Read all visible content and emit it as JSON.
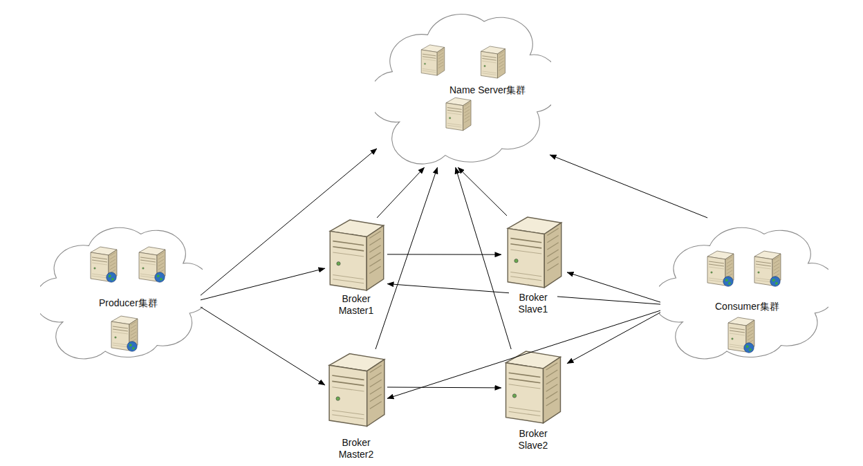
{
  "diagram": {
    "nodes": [
      {
        "text": [
          "Name Server集群"
        ]
      },
      {
        "text": [
          "Producer集群"
        ]
      },
      {
        "text": [
          "Broker Master1"
        ]
      },
      {
        "text": [
          "Broker Slave1"
        ]
      },
      {
        "text": [
          "Broker Master2"
        ]
      },
      {
        "text": [
          "Broker Slave2"
        ]
      },
      {
        "text": [
          "Consumer集群"
        ]
      }
    ],
    "edges": [
      {
        "from": 1,
        "to": 0,
        "arrow": "to"
      },
      {
        "from": 1,
        "to": 2,
        "arrow": "to"
      },
      {
        "from": 1,
        "to": 4,
        "arrow": "to"
      },
      {
        "from": 2,
        "to": 0,
        "arrow": "to"
      },
      {
        "from": 4,
        "to": 0,
        "arrow": "to"
      },
      {
        "from": 3,
        "to": 0,
        "arrow": "to"
      },
      {
        "from": 5,
        "to": 0,
        "arrow": "to"
      },
      {
        "from": 6,
        "to": 0,
        "arrow": "to"
      },
      {
        "from": 2,
        "to": 3,
        "arrow": "to"
      },
      {
        "from": 4,
        "to": 5,
        "arrow": "to"
      },
      {
        "from": 6,
        "to": 3,
        "arrow": "to"
      },
      {
        "from": 6,
        "to": 2,
        "arrow": "to"
      },
      {
        "from": 6,
        "to": 5,
        "arrow": "to"
      },
      {
        "from": 6,
        "to": 4,
        "arrow": "to"
      }
    ]
  }
}
